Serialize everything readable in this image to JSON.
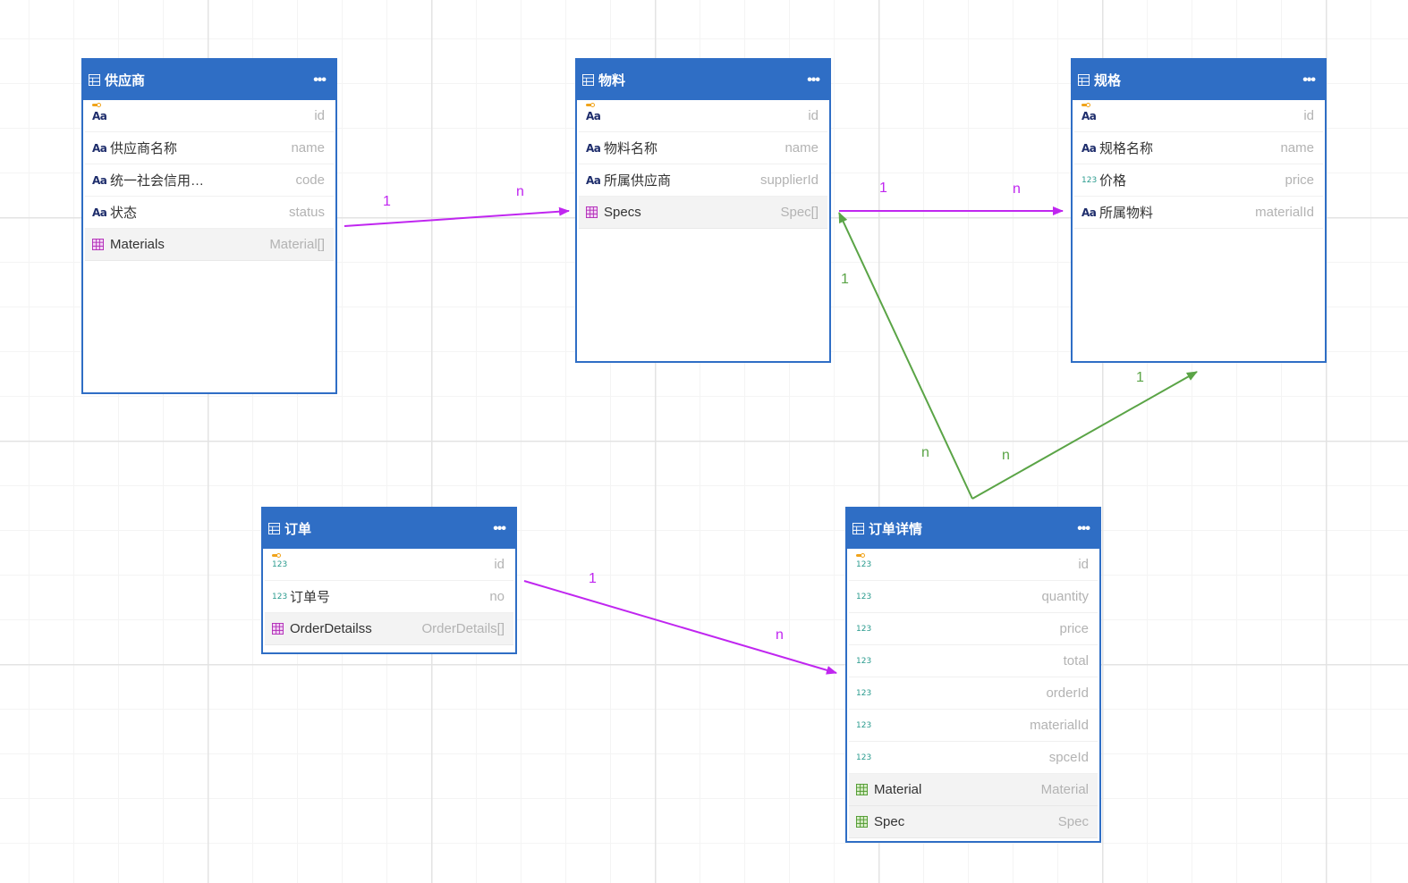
{
  "entities": {
    "supplier": {
      "title": "供应商",
      "fields": [
        {
          "label": "",
          "name": "id"
        },
        {
          "label": "供应商名称",
          "name": "name"
        },
        {
          "label": "统一社会信用…",
          "name": "code"
        },
        {
          "label": "状态",
          "name": "status"
        },
        {
          "label": "Materials",
          "name": "Material[]"
        }
      ]
    },
    "material": {
      "title": "物料",
      "fields": [
        {
          "label": "",
          "name": "id"
        },
        {
          "label": "物料名称",
          "name": "name"
        },
        {
          "label": "所属供应商",
          "name": "supplierId"
        },
        {
          "label": "Specs",
          "name": "Spec[]"
        }
      ]
    },
    "spec": {
      "title": "规格",
      "fields": [
        {
          "label": "",
          "name": "id"
        },
        {
          "label": "规格名称",
          "name": "name"
        },
        {
          "label": "价格",
          "name": "price"
        },
        {
          "label": "所属物料",
          "name": "materialId"
        }
      ]
    },
    "order": {
      "title": "订单",
      "fields": [
        {
          "label": "",
          "name": "id"
        },
        {
          "label": "订单号",
          "name": "no"
        },
        {
          "label": "OrderDetailss",
          "name": "OrderDetails[]"
        }
      ]
    },
    "orderDetail": {
      "title": "订单详情",
      "fields": [
        {
          "label": "",
          "name": "id"
        },
        {
          "label": "",
          "name": "quantity"
        },
        {
          "label": "",
          "name": "price"
        },
        {
          "label": "",
          "name": "total"
        },
        {
          "label": "",
          "name": "orderId"
        },
        {
          "label": "",
          "name": "materialId"
        },
        {
          "label": "",
          "name": "spceId"
        },
        {
          "label": "Material",
          "name": "Material"
        },
        {
          "label": "Spec",
          "name": "Spec"
        }
      ]
    }
  },
  "relations": {
    "supplier_material": {
      "from": "1",
      "to": "n"
    },
    "material_spec": {
      "from": "1",
      "to": "n"
    },
    "order_detail": {
      "from": "1",
      "to": "n"
    },
    "detail_material": {
      "from": "1",
      "to": "n"
    },
    "detail_spec": {
      "from": "1",
      "to": "n"
    }
  },
  "colors": {
    "header": "#2f6ec5",
    "relation_purple": "#c026f0",
    "relation_green": "#5aa446",
    "key": "#f0a31a",
    "number_icon": "#2a9b8e",
    "text_icon": "#1d2c6b"
  },
  "icons": {
    "entity": "table-icon",
    "more": "ellipsis-icon",
    "text_field": "text-type-icon",
    "number_field": "number-type-icon",
    "relation_field": "relation-table-icon",
    "primary_key": "key-icon"
  }
}
